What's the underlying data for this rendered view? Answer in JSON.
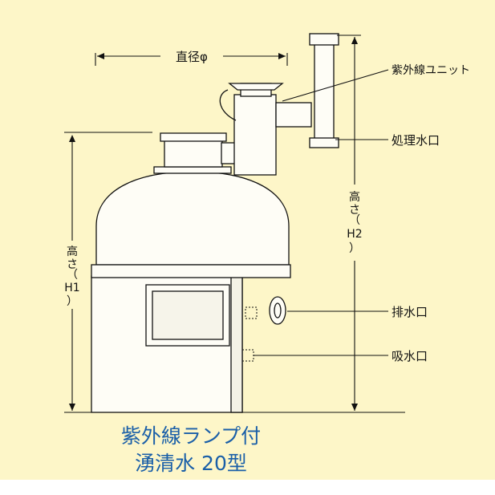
{
  "labels": {
    "diameter": "直径φ",
    "uv_unit": "紫外線ユニット",
    "treated_outlet": "処理水口",
    "drain_outlet": "排水口",
    "intake_inlet": "吸水口",
    "height_h1_chars": [
      "高",
      "さ",
      "（",
      "H1",
      "）"
    ],
    "height_h2_chars": [
      "高",
      "さ",
      "（",
      "H2",
      "）"
    ]
  },
  "caption": {
    "line1": "紫外線ランプ付",
    "line2": "湧清水 20型"
  },
  "colors": {
    "background": "#fdf6c8",
    "caption": "#1a5fa8",
    "line": "#111111",
    "body_fill": "#fefdf6"
  }
}
